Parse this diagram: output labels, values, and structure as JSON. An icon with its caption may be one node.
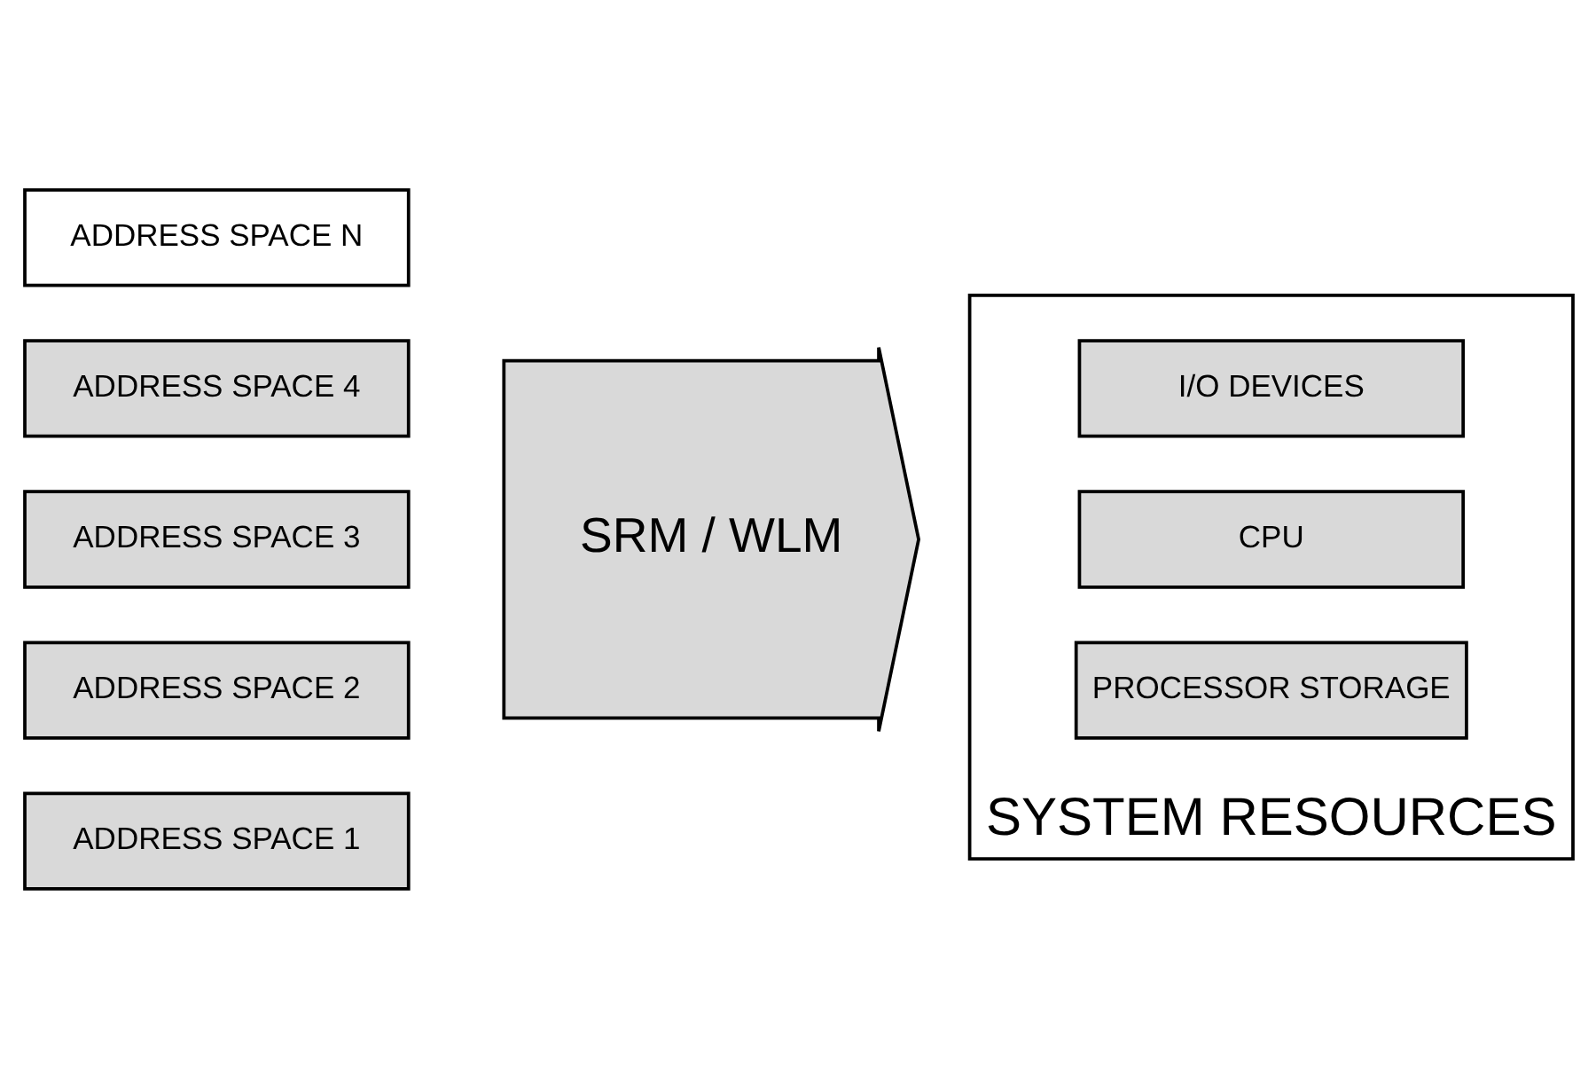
{
  "diagram": {
    "nodes": [
      {
        "text": [
          "ADDRESS SPACE 1"
        ]
      },
      {
        "text": [
          "ADDRESS SPACE 2"
        ]
      },
      {
        "text": [
          "ADDRESS SPACE 3"
        ]
      },
      {
        "text": [
          "ADDRESS SPACE 4"
        ]
      },
      {
        "text": [
          "ADDRESS SPACE N"
        ]
      },
      {
        "text": [
          "SRM / WLM"
        ]
      },
      {
        "text": [
          "SYSTEM RESOURCES"
        ]
      },
      {
        "text": [
          "I/O DEVICES"
        ],
        "in": 6
      },
      {
        "text": [
          "CPU"
        ],
        "in": 6
      },
      {
        "text": [
          "PROCESSOR STORAGE"
        ],
        "in": 6
      }
    ]
  }
}
